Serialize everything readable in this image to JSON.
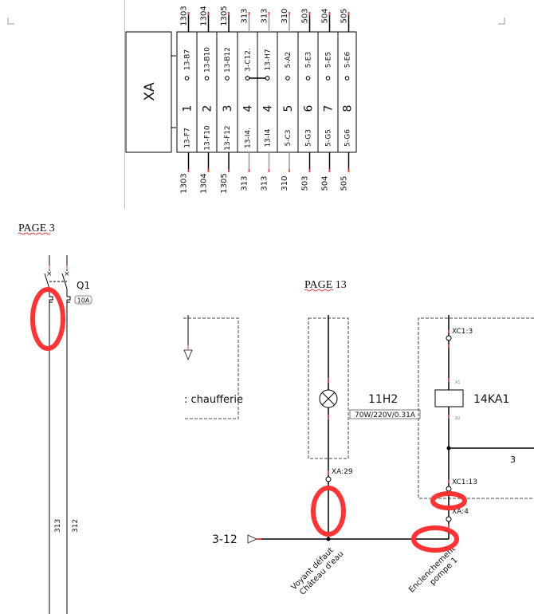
{
  "terminal_block": {
    "name": "XA",
    "terminals": [
      {
        "number": "1",
        "top_wire": "1303",
        "top_ref": "13-B7",
        "bottom_ref": "13-F7",
        "bottom_wire": "1303"
      },
      {
        "number": "2",
        "top_wire": "1304",
        "top_ref": "13-B10",
        "bottom_ref": "13-F10",
        "bottom_wire": "1304"
      },
      {
        "number": "3",
        "top_wire": "1305",
        "top_ref": "13-B12",
        "bottom_ref": "13-F12",
        "bottom_wire": "1305"
      },
      {
        "number": "4",
        "top_wire": "313",
        "top_ref": "3-C12.",
        "bottom_ref": "13-I4.",
        "bottom_wire": "313"
      },
      {
        "number": "4",
        "top_wire": "313",
        "top_ref": "13-H7",
        "bottom_ref": "13-I4",
        "bottom_wire": "313"
      },
      {
        "number": "5",
        "top_wire": "310",
        "top_ref": "5-A2",
        "bottom_ref": "5-C3",
        "bottom_wire": "310"
      },
      {
        "number": "6",
        "top_wire": "503",
        "top_ref": "5-E3",
        "bottom_ref": "5-G3",
        "bottom_wire": "503"
      },
      {
        "number": "7",
        "top_wire": "504",
        "top_ref": "5-E5",
        "bottom_ref": "5-G5",
        "bottom_wire": "504"
      },
      {
        "number": "8",
        "top_wire": "505",
        "top_ref": "5-E6",
        "bottom_ref": "5-G6",
        "bottom_wire": "505"
      }
    ]
  },
  "page3": {
    "heading": "PAGE 3",
    "breaker": {
      "name": "Q1",
      "rating": "10A"
    },
    "wires": [
      "313",
      "312"
    ]
  },
  "page13": {
    "heading": "PAGE 13",
    "location_text": ": chaufferie",
    "lamp": {
      "name": "11H2",
      "spec": "70W/220V/0.31A",
      "terminal": "XA:29"
    },
    "relay": {
      "name": "14KA1",
      "top_terminal": "XC1:3",
      "a1": "A1",
      "a2": "A2",
      "bottom_terminal": "XC1:13",
      "xa_terminal": "XA:4",
      "branch_ref": "3"
    },
    "source_ref": "3-12",
    "labels": {
      "lamp_function_1": "Voyant défaut",
      "lamp_function_2": "Château d'eau",
      "relay_function_1": "Enclenchement",
      "relay_function_2": "pompe 1"
    }
  },
  "colors": {
    "annotation": "#ff3333",
    "wire": "#000000",
    "dashed_box": "#444444"
  }
}
